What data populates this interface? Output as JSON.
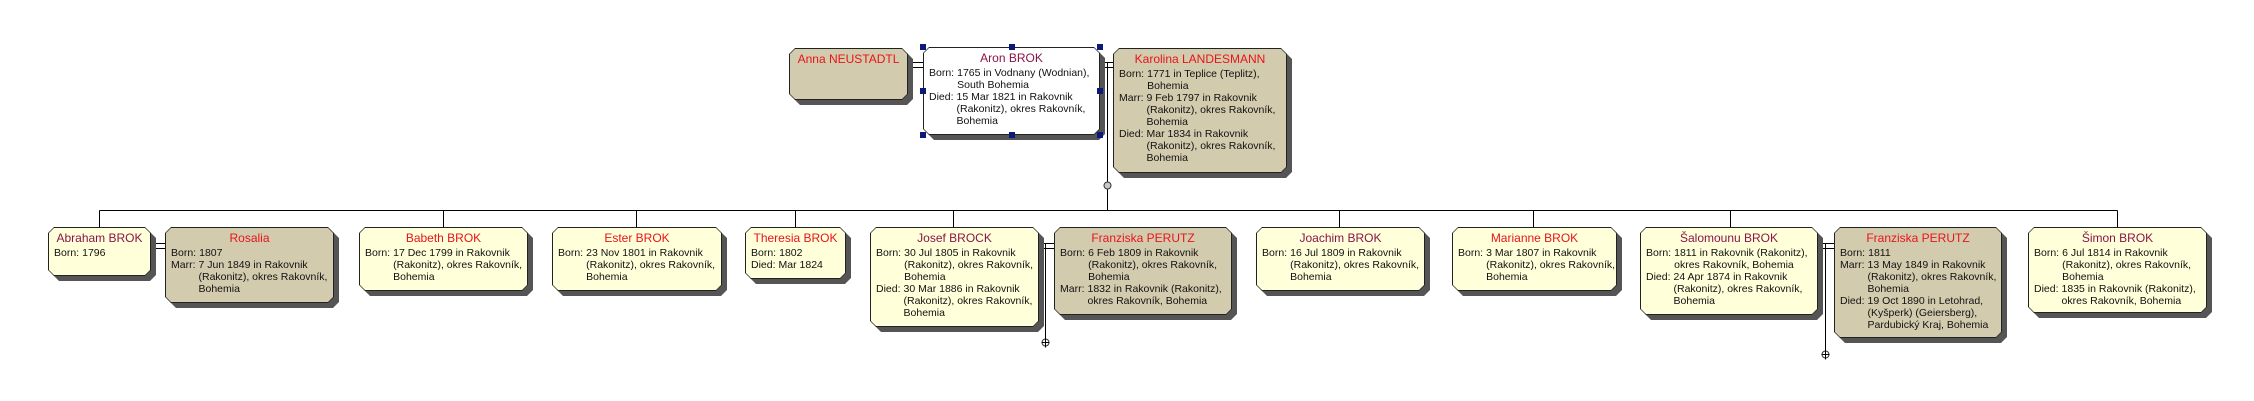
{
  "colors": {
    "male_name": "#8a1449",
    "female_name": "#e8141b",
    "child_box": "#ffffd9",
    "spouse_box": "#d3cbae",
    "selected_box": "#ffffff",
    "selection_handle": "#0b1a7a"
  },
  "people": [
    {
      "id": "anna",
      "name": "Anna NEUSTADTL",
      "sex": "female",
      "style": "tan",
      "facts": []
    },
    {
      "id": "aron",
      "name": "Aron BROK",
      "sex": "male",
      "style": "white",
      "selected": true,
      "facts": [
        {
          "label": "Born:",
          "lines": [
            "1765 in Vodnany (Wodnian),",
            "South Bohemia"
          ]
        },
        {
          "label": "Died:",
          "lines": [
            "15 Mar 1821 in Rakovnik",
            "(Rakonitz), okres Rakovník,",
            "Bohemia"
          ]
        }
      ]
    },
    {
      "id": "karolina",
      "name": "Karolina LANDESMANN",
      "sex": "female",
      "style": "tan",
      "facts": [
        {
          "label": "Born:",
          "lines": [
            "1771 in Teplice (Teplitz),",
            "Bohemia"
          ]
        },
        {
          "label": "Marr:",
          "lines": [
            "9 Feb 1797 in Rakovnik",
            "(Rakonitz), okres Rakovník,",
            "Bohemia"
          ]
        },
        {
          "label": "Died:",
          "lines": [
            "Mar 1834 in Rakovnik",
            "(Rakonitz), okres Rakovník,",
            "Bohemia"
          ]
        }
      ]
    },
    {
      "id": "abraham",
      "name": "Abraham BROK",
      "sex": "male",
      "style": "yellow",
      "facts": [
        {
          "label": "Born:",
          "lines": [
            "1796"
          ]
        }
      ]
    },
    {
      "id": "rosalia",
      "name": "Rosalia",
      "sex": "female",
      "style": "tan",
      "facts": [
        {
          "label": "Born:",
          "lines": [
            "1807"
          ]
        },
        {
          "label": "Marr:",
          "lines": [
            "7 Jun 1849 in Rakovnik",
            "(Rakonitz), okres Rakovník,",
            "Bohemia"
          ]
        }
      ]
    },
    {
      "id": "babeth",
      "name": "Babeth BROK",
      "sex": "female",
      "style": "yellow",
      "facts": [
        {
          "label": "Born:",
          "lines": [
            "17 Dec 1799 in Rakovnik",
            "(Rakonitz), okres Rakovník,",
            "Bohemia"
          ]
        }
      ]
    },
    {
      "id": "ester",
      "name": "Ester BROK",
      "sex": "female",
      "style": "yellow",
      "facts": [
        {
          "label": "Born:",
          "lines": [
            "23 Nov 1801 in Rakovnik",
            "(Rakonitz), okres Rakovník,",
            "Bohemia"
          ]
        }
      ]
    },
    {
      "id": "theresia",
      "name": "Theresia BROK",
      "sex": "female",
      "style": "yellow",
      "facts": [
        {
          "label": "Born:",
          "lines": [
            "1802"
          ]
        },
        {
          "label": "Died:",
          "lines": [
            "Mar 1824"
          ]
        }
      ]
    },
    {
      "id": "josef",
      "name": "Josef BROCK",
      "sex": "male",
      "style": "yellow",
      "facts": [
        {
          "label": "Born:",
          "lines": [
            "30 Jul 1805 in Rakovnik",
            "(Rakonitz), okres Rakovník,",
            "Bohemia"
          ]
        },
        {
          "label": "Died:",
          "lines": [
            "30 Mar 1886 in Rakovnik",
            "(Rakonitz), okres Rakovník,",
            "Bohemia"
          ]
        }
      ]
    },
    {
      "id": "franziska1",
      "name": "Franziska PERUTZ",
      "sex": "female",
      "style": "tan",
      "facts": [
        {
          "label": "Born:",
          "lines": [
            "6 Feb 1809 in Rakovnik",
            "(Rakonitz), okres Rakovník,",
            "Bohemia"
          ]
        },
        {
          "label": "Marr:",
          "lines": [
            "1832 in Rakovnik (Rakonitz),",
            "okres Rakovník, Bohemia"
          ]
        }
      ]
    },
    {
      "id": "joachim",
      "name": "Joachim BROK",
      "sex": "male",
      "style": "yellow",
      "facts": [
        {
          "label": "Born:",
          "lines": [
            "16 Jul 1809 in Rakovnik",
            "(Rakonitz), okres Rakovník,",
            "Bohemia"
          ]
        }
      ]
    },
    {
      "id": "marianne",
      "name": "Marianne BROK",
      "sex": "female",
      "style": "yellow",
      "facts": [
        {
          "label": "Born:",
          "lines": [
            "3 Mar 1807 in Rakovnik",
            "(Rakonitz), okres Rakovník,",
            "Bohemia"
          ]
        }
      ]
    },
    {
      "id": "salomounu",
      "name": "Šalomounu BROK",
      "sex": "male",
      "style": "yellow",
      "facts": [
        {
          "label": "Born:",
          "lines": [
            "1811 in Rakovnik (Rakonitz),",
            "okres Rakovník, Bohemia"
          ]
        },
        {
          "label": "Died:",
          "lines": [
            "24 Apr 1874 in Rakovnik",
            "(Rakonitz), okres Rakovník,",
            "Bohemia"
          ]
        }
      ]
    },
    {
      "id": "franziska2",
      "name": "Franziska PERUTZ",
      "sex": "female",
      "style": "tan",
      "facts": [
        {
          "label": "Born:",
          "lines": [
            "1811"
          ]
        },
        {
          "label": "Marr:",
          "lines": [
            "13 May 1849 in Rakovnik",
            "(Rakonitz), okres Rakovník,",
            "Bohemia"
          ]
        },
        {
          "label": "Died:",
          "lines": [
            "19 Oct 1890 in Letohrad,",
            "(Kyšperk) (Geiersberg),",
            "Pardubický Kraj, Bohemia"
          ]
        }
      ]
    },
    {
      "id": "simon",
      "name": "Šimon BROK",
      "sex": "male",
      "style": "yellow",
      "facts": [
        {
          "label": "Born:",
          "lines": [
            "6 Jul 1814 in Rakovnik",
            "(Rakonitz), okres Rakovník,",
            "Bohemia"
          ]
        },
        {
          "label": "Died:",
          "lines": [
            "1835 in Rakovnik (Rakonitz),",
            "okres Rakovník, Bohemia"
          ]
        }
      ]
    }
  ]
}
